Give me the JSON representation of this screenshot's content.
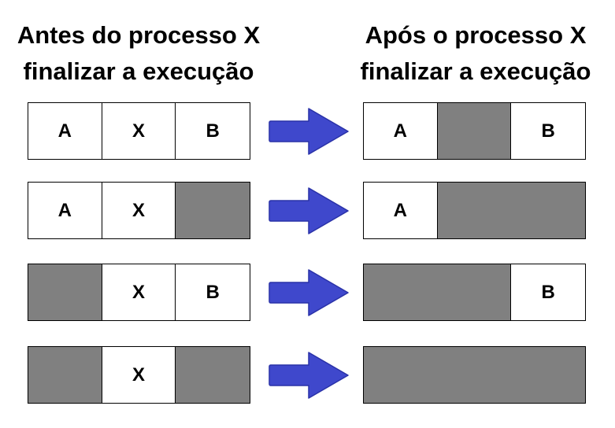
{
  "headings": {
    "before_line1": "Antes do processo X",
    "before_line2": "finalizar a execução",
    "after_line1": "Após o processo X",
    "after_line2": "finalizar a execução"
  },
  "colors": {
    "free_block": "#808080",
    "process_block": "#ffffff",
    "arrow": "#3f48cc",
    "border": "#000000"
  },
  "icons": {
    "arrow": "right-arrow-icon"
  },
  "rows": [
    {
      "before": [
        {
          "type": "process",
          "label": "A",
          "units": 1
        },
        {
          "type": "process",
          "label": "X",
          "units": 1
        },
        {
          "type": "process",
          "label": "B",
          "units": 1
        }
      ],
      "after": [
        {
          "type": "process",
          "label": "A",
          "units": 1
        },
        {
          "type": "free",
          "label": "",
          "units": 1
        },
        {
          "type": "process",
          "label": "B",
          "units": 1
        }
      ]
    },
    {
      "before": [
        {
          "type": "process",
          "label": "A",
          "units": 1
        },
        {
          "type": "process",
          "label": "X",
          "units": 1
        },
        {
          "type": "free",
          "label": "",
          "units": 1
        }
      ],
      "after": [
        {
          "type": "process",
          "label": "A",
          "units": 1
        },
        {
          "type": "free",
          "label": "",
          "units": 2
        }
      ]
    },
    {
      "before": [
        {
          "type": "free",
          "label": "",
          "units": 1
        },
        {
          "type": "process",
          "label": "X",
          "units": 1
        },
        {
          "type": "process",
          "label": "B",
          "units": 1
        }
      ],
      "after": [
        {
          "type": "free",
          "label": "",
          "units": 2
        },
        {
          "type": "process",
          "label": "B",
          "units": 1
        }
      ]
    },
    {
      "before": [
        {
          "type": "free",
          "label": "",
          "units": 1
        },
        {
          "type": "process",
          "label": "X",
          "units": 1
        },
        {
          "type": "free",
          "label": "",
          "units": 1
        }
      ],
      "after": [
        {
          "type": "free",
          "label": "",
          "units": 3
        }
      ]
    }
  ]
}
